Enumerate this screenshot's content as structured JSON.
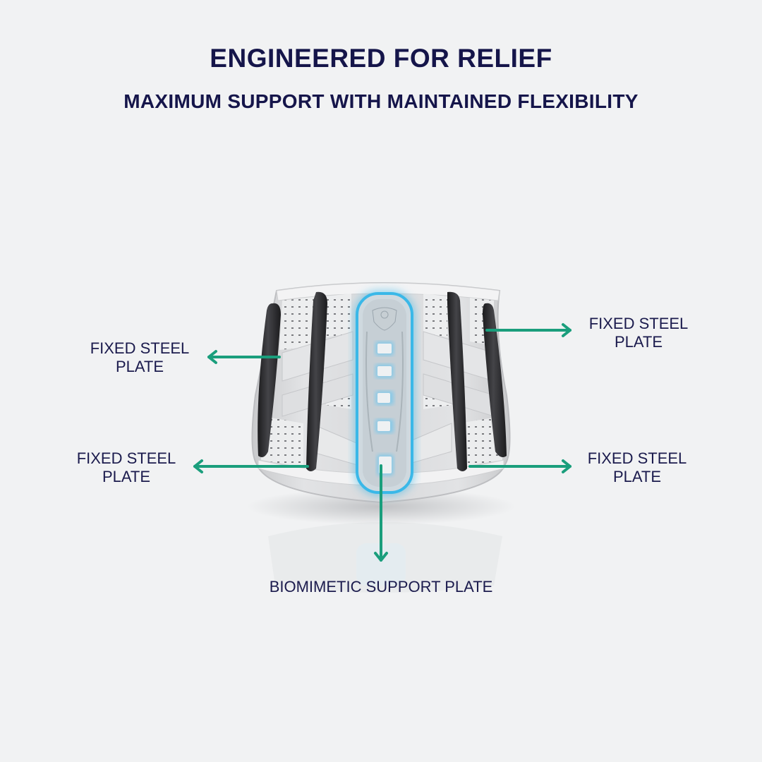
{
  "header": {
    "title": "ENGINEERED FOR RELIEF",
    "subtitle": "MAXIMUM SUPPORT WITH MAINTAINED FLEXIBILITY"
  },
  "callouts": [
    {
      "id": "left-upper",
      "line1": "FIXED STEEL",
      "line2": "PLATE"
    },
    {
      "id": "right-upper",
      "line1": "FIXED STEEL",
      "line2": "PLATE"
    },
    {
      "id": "left-lower",
      "line1": "FIXED STEEL",
      "line2": "PLATE"
    },
    {
      "id": "right-lower",
      "line1": "FIXED STEEL",
      "line2": "PLATE"
    },
    {
      "id": "bottom",
      "text": "BIOMIMETIC SUPPORT PLATE"
    }
  ],
  "colors": {
    "background": "#f1f2f3",
    "heading": "#15154a",
    "arrow": "#1a9e7c",
    "glow": "#3ab8e8",
    "steel_plate": "#2a2a2c"
  },
  "product": {
    "name": "lumbar-support-belt"
  }
}
